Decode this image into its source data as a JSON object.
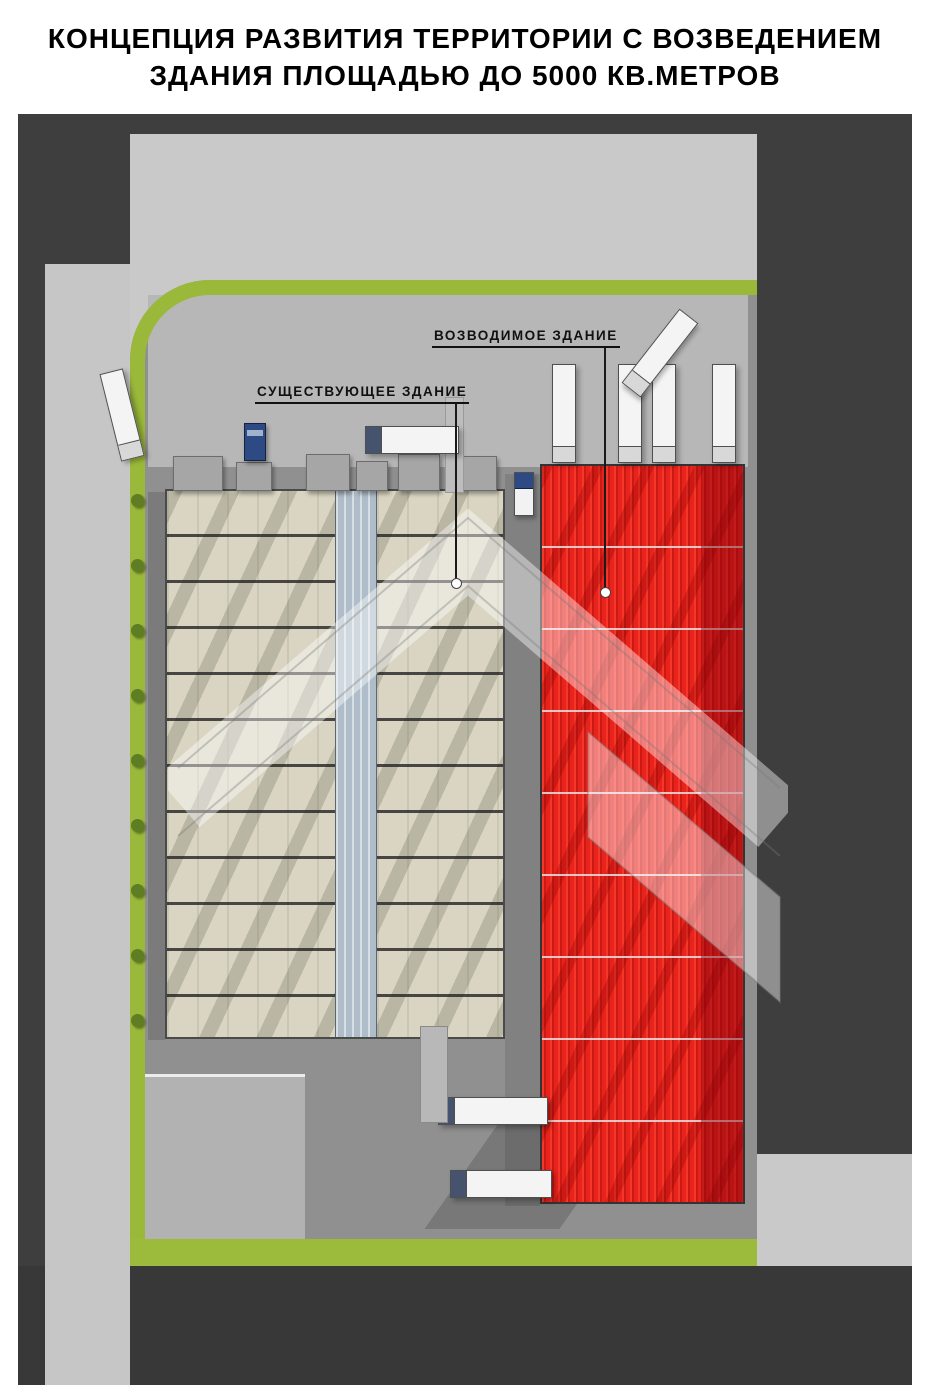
{
  "title": {
    "line1": "КОНЦЕПЦИЯ РАЗВИТИЯ ТЕРРИТОРИИ С ВОЗВЕДЕНИЕМ",
    "line2": "ЗДАНИЯ ПЛОЩАДЬЮ ДО 5000 КВ.МЕТРОВ"
  },
  "plan": {
    "labels": {
      "new_building": "ВОЗВОДИМОЕ ЗДАНИЕ",
      "existing_building": "СУЩЕСТВУЮЩЕЕ ЗДАНИЕ"
    },
    "colors": {
      "new_building_red": "#e8231c",
      "existing_building_beige": "#d9d5c2",
      "landscape_green": "#9ab83a",
      "road_dark": "#3e3e3e",
      "road_light": "#c9c9c9",
      "site_asphalt": "#909090"
    }
  }
}
